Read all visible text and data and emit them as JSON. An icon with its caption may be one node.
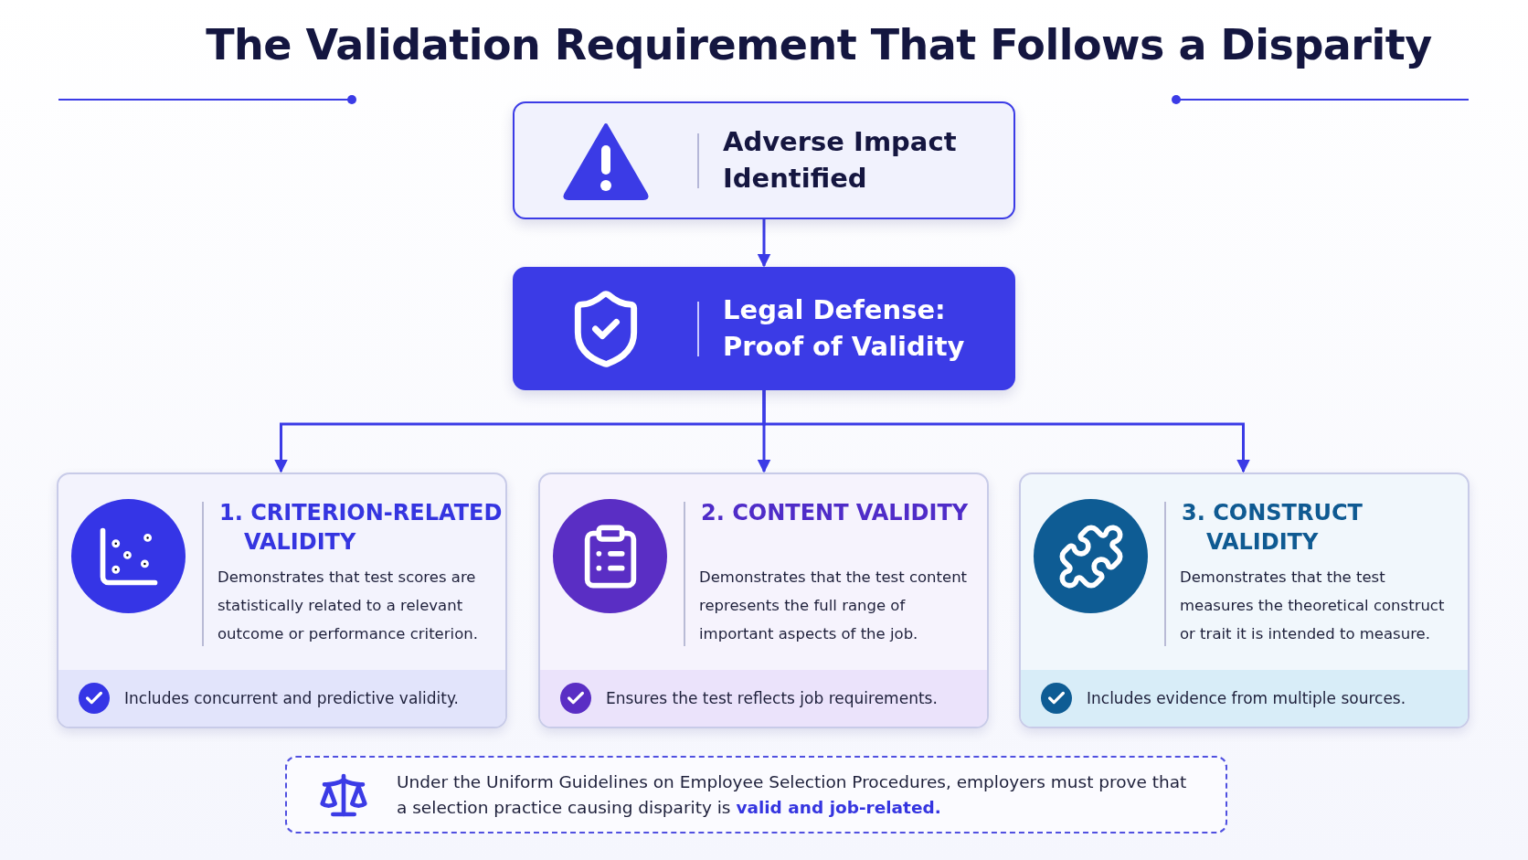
{
  "diagram": {
    "title": "The Validation Requirement That Follows a Disparity",
    "nodes": [
      {
        "text": [
          "Adverse Impact Identified"
        ]
      },
      {
        "text": [
          "Legal Defense: Proof of Validity"
        ]
      },
      {
        "text": [
          "1. CRITERION-RELATED VALIDITY",
          "Demonstrates that test scores are statistically related to a relevant outcome or performance criterion.",
          "Includes concurrent and predictive validity."
        ]
      },
      {
        "text": [
          "2. CONTENT VALIDITY",
          "Demonstrates that the test content represents the full range of important aspects of the job.",
          "Ensures the test reflects job requirements."
        ]
      },
      {
        "text": [
          "3. CONSTRUCT VALIDITY",
          "Demonstrates that the test measures the theoretical construct or trait it is intended to measure.",
          "Includes evidence from multiple sources."
        ]
      },
      {
        "text": [
          "Under the Uniform Guidelines on Employee Selection Procedures, employers must prove that a selection practice causing disparity is **valid and job-related.**"
        ]
      }
    ],
    "edges": [
      {
        "from": 0,
        "to": 1,
        "arrow": "to"
      },
      {
        "from": 1,
        "to": 2,
        "arrow": "to"
      },
      {
        "from": 1,
        "to": 3,
        "arrow": "to"
      },
      {
        "from": 1,
        "to": 4,
        "arrow": "to"
      }
    ]
  }
}
